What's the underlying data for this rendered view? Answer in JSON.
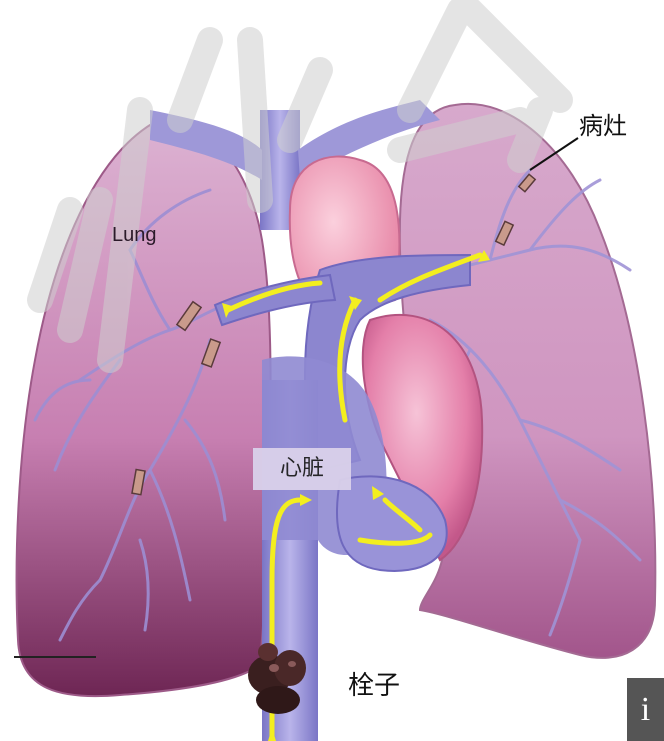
{
  "labels": {
    "lung": "Lung",
    "lesion": "病灶",
    "heart": "心脏",
    "embolus": "栓子"
  },
  "info_badge": "i",
  "colors": {
    "lung_pink": "#d59fc6",
    "lung_dark": "#8c3b6f",
    "vessel_blue": "#8e88cf",
    "heart_pink": "#e994b6",
    "arrow_yellow": "#f3ee1f",
    "watermark_gray": "#c9c9c9"
  }
}
